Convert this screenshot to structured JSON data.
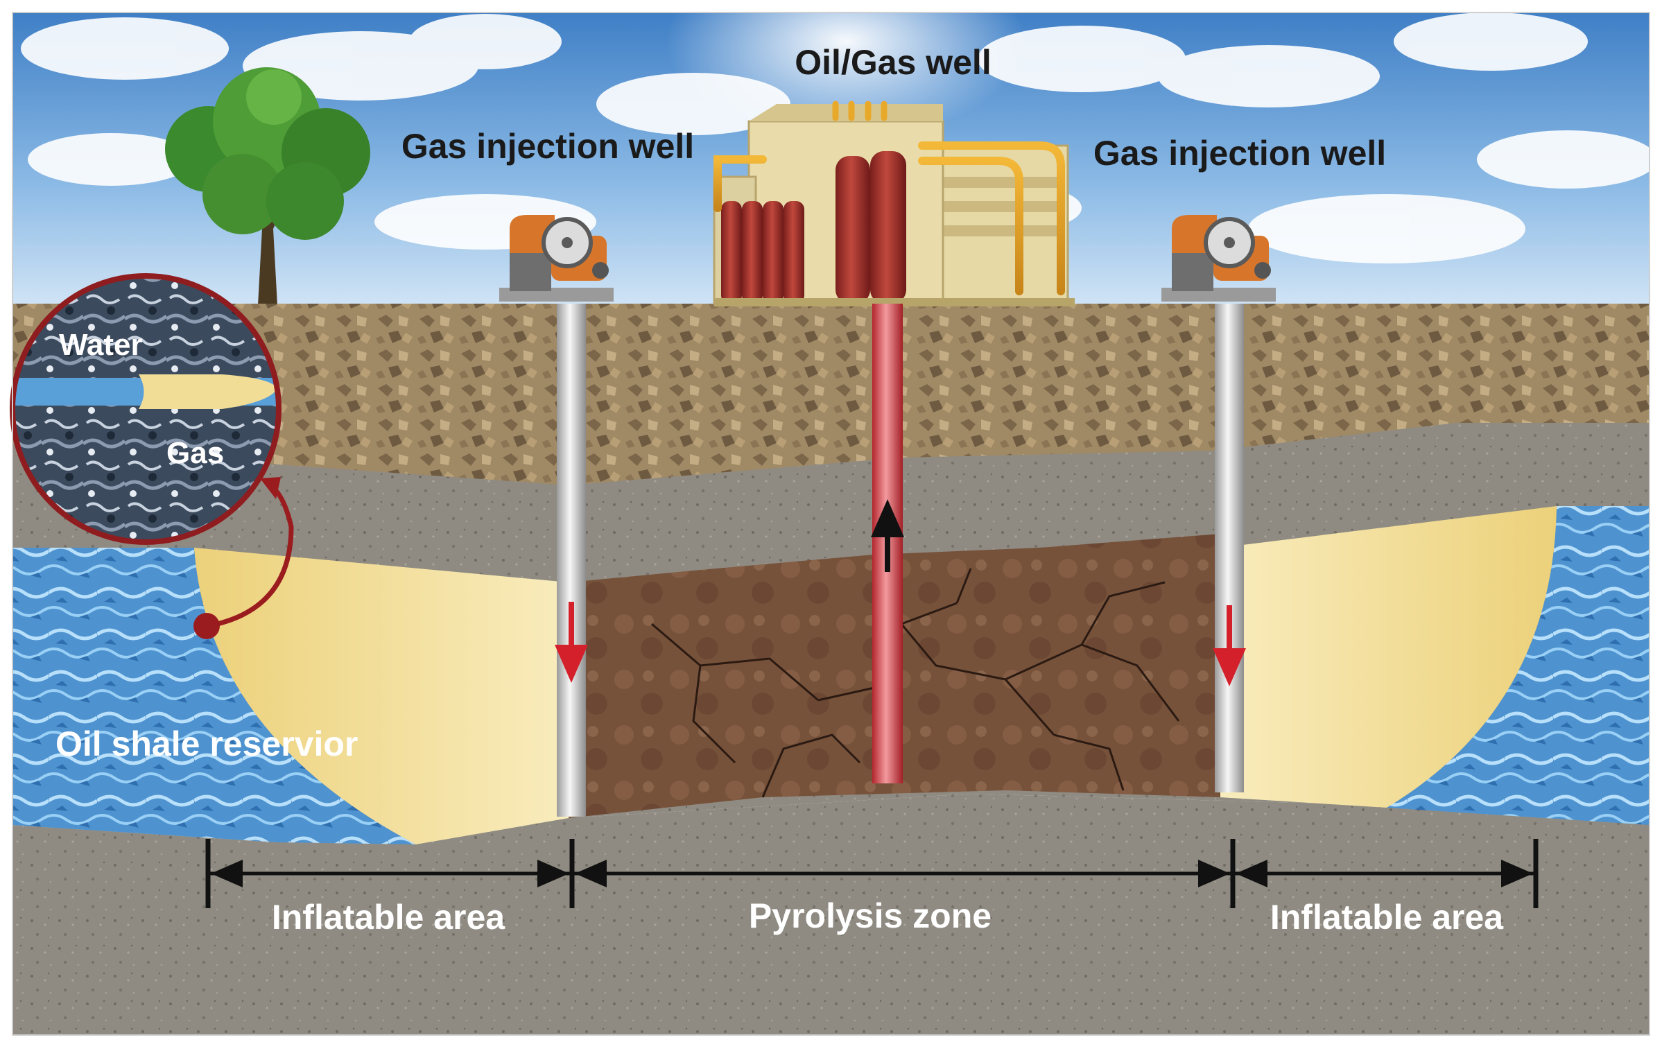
{
  "labels": {
    "oil_gas_well": "Oil/Gas well",
    "gas_injection_left": "Gas injection well",
    "gas_injection_right": "Gas injection well",
    "water": "Water",
    "gas": "Gas",
    "reservoir": "Oil shale reservior",
    "inflatable_left": "Inflatable area",
    "pyrolysis": "Pyrolysis zone",
    "inflatable_right": "Inflatable area"
  },
  "colors": {
    "sky": "#6fa3d8",
    "topsoil": "#9c8460",
    "rock_layer": "#8e8a80",
    "bedrock": "#8a867c",
    "pyrolysis_zone": "#74503a",
    "gas_zone": "#f3e3a0",
    "water_zone": "#5f9fd6",
    "injection_arrow": "#d4202a",
    "production_arrow": "#111111",
    "production_pipe": "#d9414a",
    "inset_ring": "#8f1d1f"
  },
  "flow": {
    "injection_wells": "down",
    "production_well": "up"
  }
}
